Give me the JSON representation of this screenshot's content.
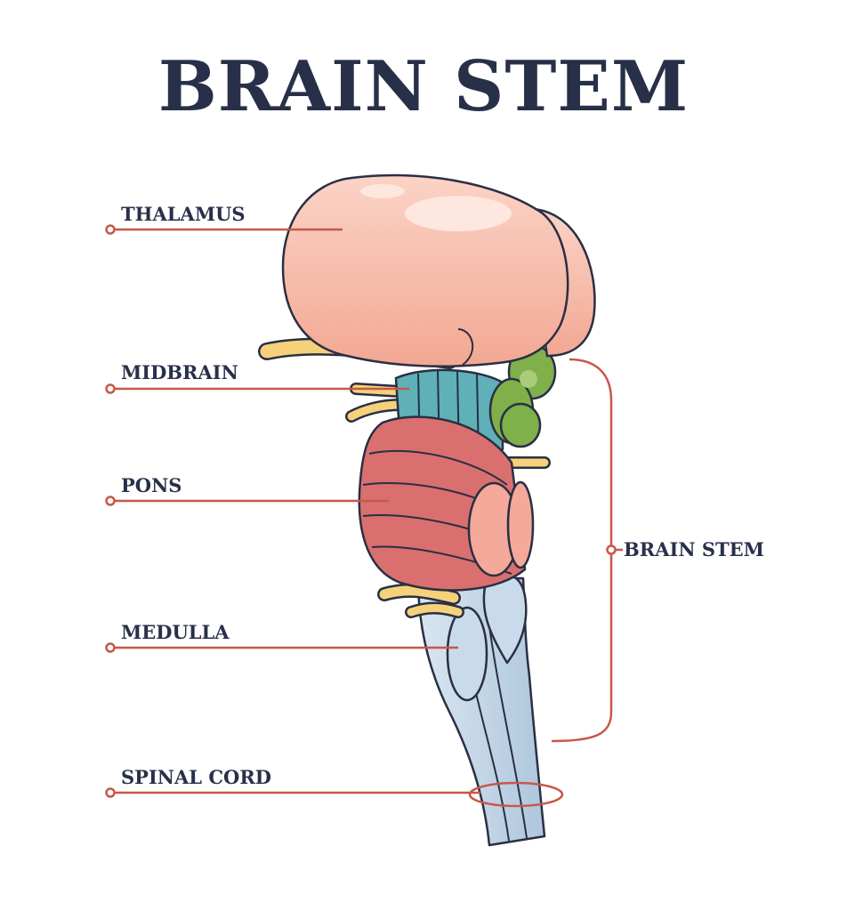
{
  "title": "BRAIN STEM",
  "labels": {
    "thalamus": "THALAMUS",
    "midbrain": "MIDBRAIN",
    "pons": "PONS",
    "medulla": "MEDULLA",
    "spinal_cord": "SPINAL CORD",
    "brain_stem": "BRAIN STEM"
  },
  "colors": {
    "title": "#283049",
    "leader_line": "#c8574a",
    "thalamus": "#f7c2b0",
    "midbrain": "#5fb0b7",
    "pons": "#d9706f",
    "cerebellar_lobes": "#7fb04a",
    "cranial_nerves": "#f5d27a",
    "medulla": "#c9dbea",
    "outline": "#2a2f44"
  }
}
